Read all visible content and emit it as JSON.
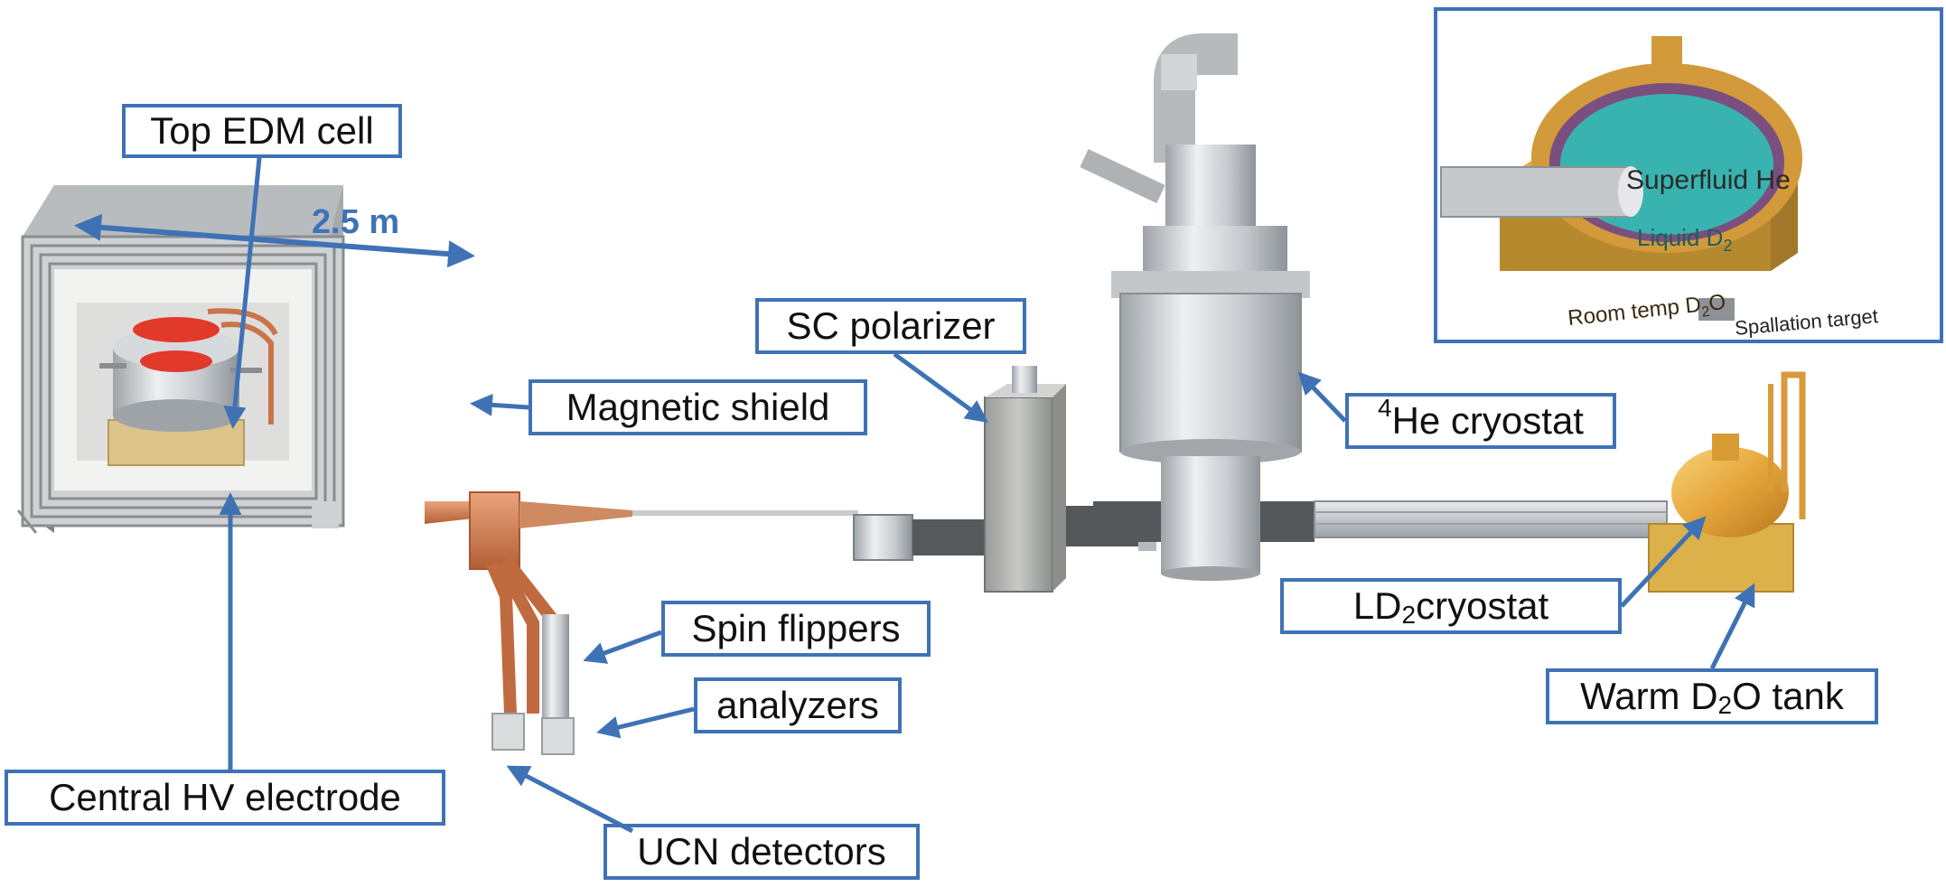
{
  "labels": {
    "top_edm_cell": "Top EDM cell",
    "dimension": "2.5 m",
    "magnetic_shield": "Magnetic shield",
    "sc_polarizer": "SC polarizer",
    "he_cryostat_sup": "4",
    "he_cryostat": "He cryostat",
    "spin_flippers": "Spin flippers",
    "analyzers": "analyzers",
    "central_hv_electrode": "Central HV electrode",
    "ucn_detectors": "UCN detectors",
    "ld2_prefix": "LD",
    "ld2_sub": "2",
    "ld2_suffix": " cryostat",
    "d2o_prefix": "Warm D",
    "d2o_sub": "2",
    "d2o_suffix": "O tank"
  },
  "inset": {
    "superfluid": "Superfluid He",
    "liquid_prefix": "Liquid D",
    "liquid_sub": "2",
    "room_prefix": "Room temp D",
    "room_sub": "2",
    "room_suffix": "O",
    "spallation": "Spallation target"
  },
  "colors": {
    "accent": "#3f72b5",
    "copper": "#c9744a",
    "gold": "#e0a53a",
    "steel": "#c8cbcf",
    "wood": "#dcc48a",
    "teal": "#39b3b0"
  }
}
